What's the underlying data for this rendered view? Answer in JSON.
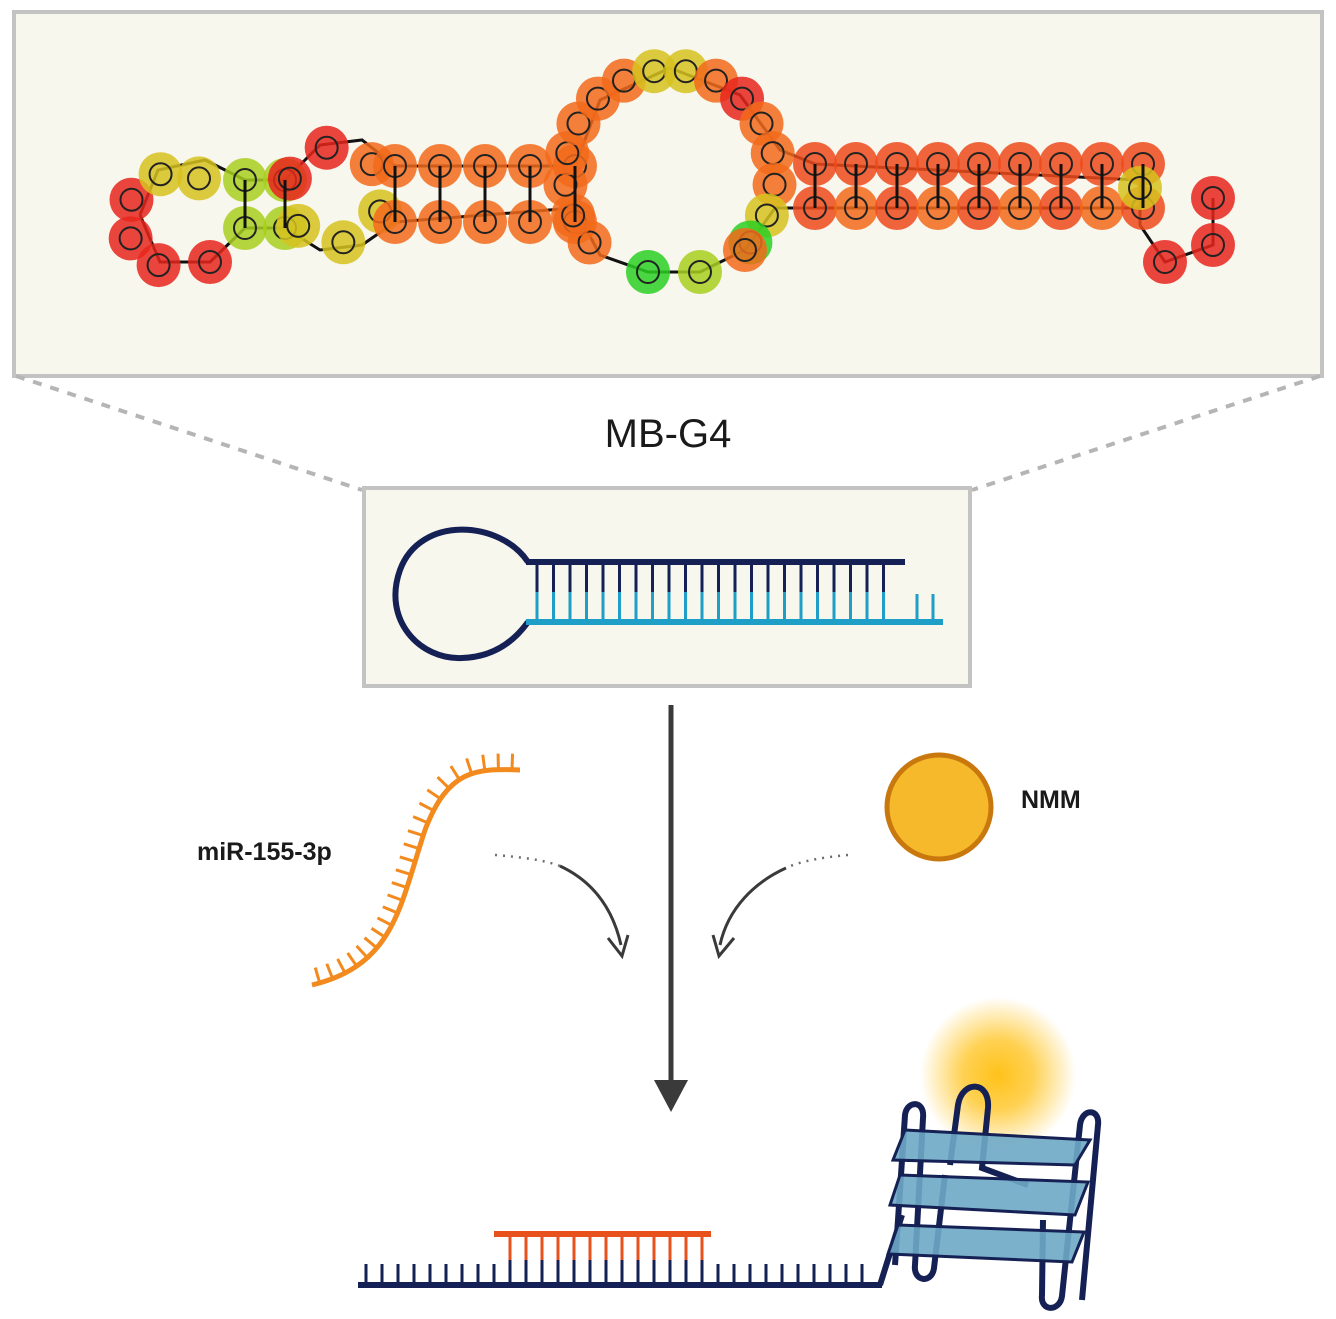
{
  "diagram": {
    "title": "MB-G4",
    "labels": {
      "target": "miR-155-3p",
      "dye": "NMM"
    },
    "colors": {
      "panel_fill": "#f8f7ee",
      "panel_border": "#c3c3c3",
      "dark_strand": "#152154",
      "cyan_strand": "#1f9ec7",
      "target_strand": "#f28a1e",
      "hybrid_strand": "#e8511c",
      "nmm_fill": "#f6b92b",
      "nmm_border": "#c9780e",
      "quartet_fill": "#6ea9c6",
      "glow": "#ffc21a",
      "arrow": "#3a3a3a"
    },
    "structure_nucleotide_colors": [
      "red",
      "orange",
      "yellow",
      "green"
    ]
  }
}
